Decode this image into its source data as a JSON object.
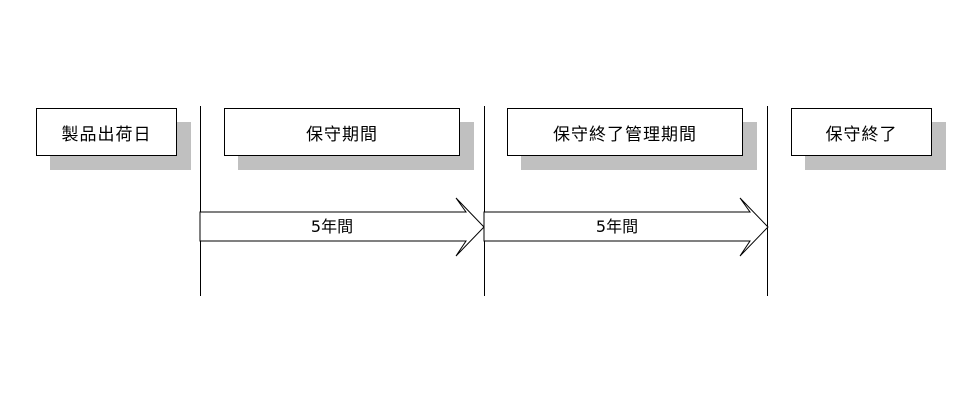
{
  "diagram": {
    "stages": [
      {
        "label": "製品出荷日"
      },
      {
        "label": "保守期間"
      },
      {
        "label": "保守終了管理期間"
      },
      {
        "label": "保守終了"
      }
    ],
    "arrows": [
      {
        "label": "5年間"
      },
      {
        "label": "5年間"
      }
    ],
    "colors": {
      "line": "#000000",
      "shadow": "#c0c0c0",
      "box_fill": "#ffffff"
    }
  }
}
